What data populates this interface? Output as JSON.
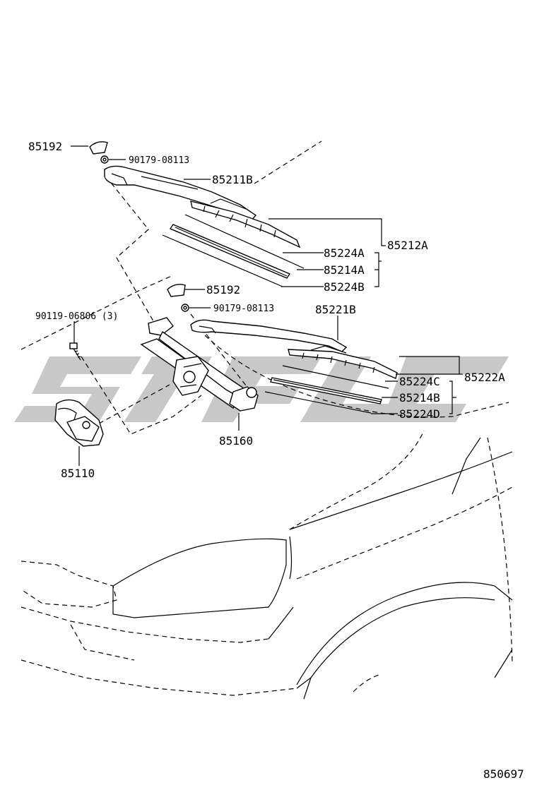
{
  "diagram": {
    "parts": {
      "cap_upper": "85192",
      "nut_upper": "90179-08113",
      "arm_left": "85211B",
      "blade_assy_left": "85212A",
      "insert_left_a": "85224A",
      "rubber_left": "85214A",
      "insert_left_b": "85224B",
      "cap_lower": "85192",
      "nut_lower": "90179-08113",
      "bolt": "90119-06806 (3)",
      "arm_right": "85221B",
      "blade_assy_right": "85222A",
      "insert_right_c": "85224C",
      "rubber_right": "85214B",
      "insert_right_d": "85224D",
      "link_assy": "85160",
      "motor": "85110"
    },
    "figure_code": "850697"
  }
}
